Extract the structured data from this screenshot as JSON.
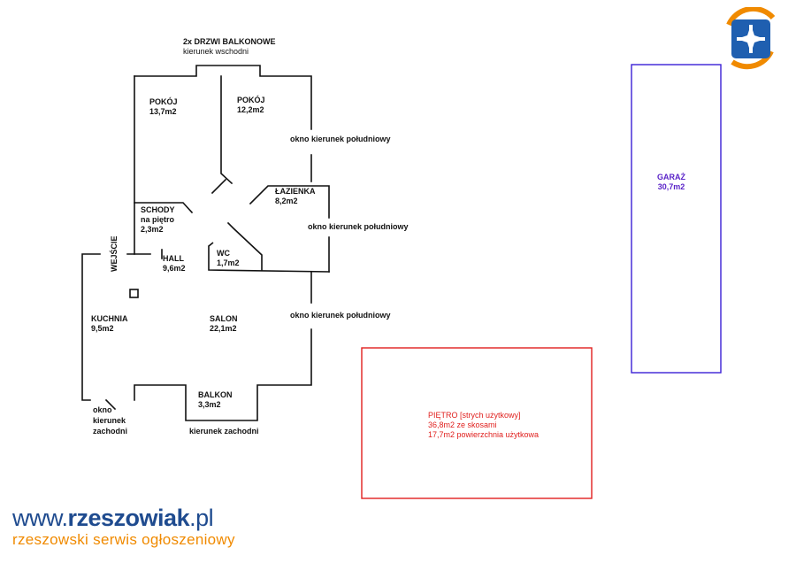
{
  "top_door": {
    "line1": "2x DRZWI BALKONOWE",
    "line2": "kierunek wschodni"
  },
  "rooms": {
    "pokoj1": {
      "name": "POKÓJ",
      "area": "13,7m2"
    },
    "pokoj2": {
      "name": "POKÓJ",
      "area": "12,2m2"
    },
    "lazienka": {
      "name": "ŁAZIENKA",
      "area": "8,2m2"
    },
    "schody": {
      "name": "SCHODY",
      "sub": "na piętro",
      "area": "2,3m2"
    },
    "hall": {
      "name": "HALL",
      "area": "9,6m2"
    },
    "wc": {
      "name": "WC",
      "area": "1,7m2"
    },
    "kuchnia": {
      "name": "KUCHNIA",
      "area": "9,5m2"
    },
    "salon": {
      "name": "SALON",
      "area": "22,1m2"
    },
    "balkon": {
      "name": "BALKON",
      "area": "3,3m2"
    }
  },
  "windows": {
    "south1": "okno kierunek południowy",
    "south2": "okno kierunek południowy",
    "south3": "okno kierunek południowy",
    "west_line1": "okno",
    "west_line2": "kierunek",
    "west_line3": "zachodni",
    "balkon_dir": "kierunek zachodni"
  },
  "entrance": "WEJŚCIE",
  "garage": {
    "name": "GARAŻ",
    "area": "30,7m2",
    "color": "#4422cc"
  },
  "upper_floor": {
    "line1": "PIĘTRO [strych użytkowy]",
    "line2": "36,8m2 ze skosami",
    "line3": "17,7m2 powierzchnia użytkowa",
    "color": "#e0201e"
  },
  "brand": {
    "url_prefix": "www.",
    "url_main": "rzeszowiak",
    "url_suffix": ".pl",
    "tagline": "rzeszowski serwis ogłoszeniowy",
    "blue": "#1f4b8f",
    "orange": "#f08a00"
  },
  "logo_icon": "rzeszow-cross-logo-icon"
}
